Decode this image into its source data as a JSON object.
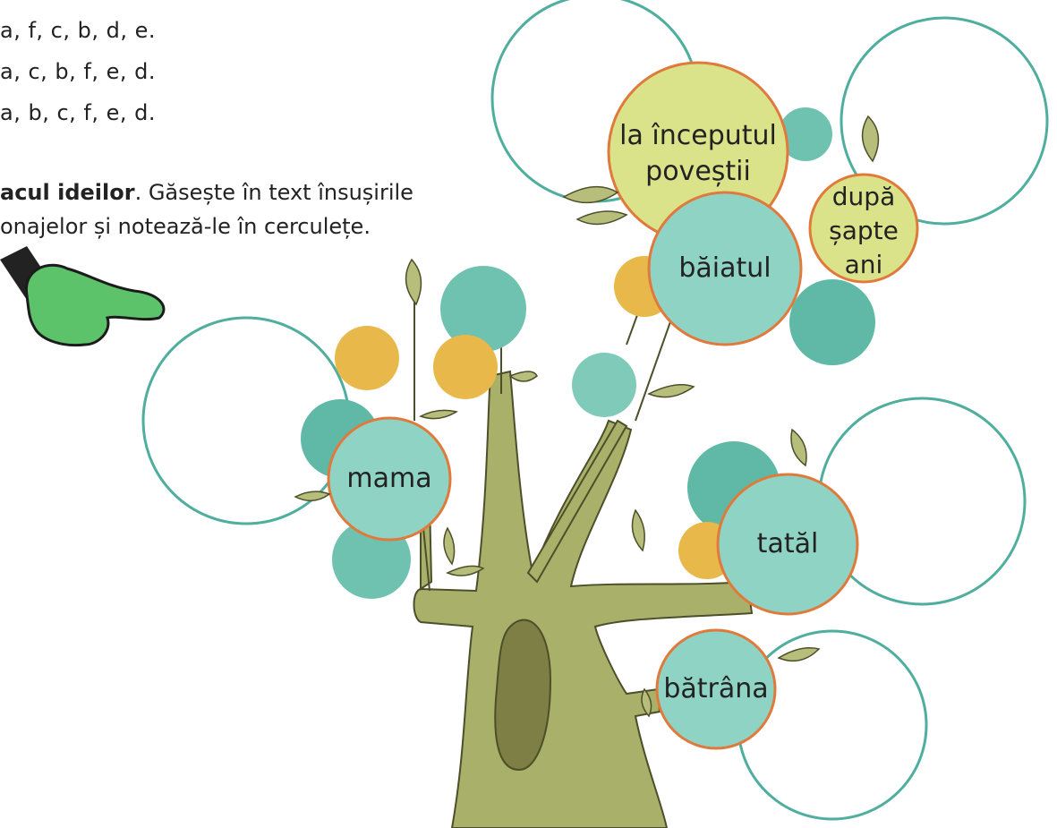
{
  "options": [
    "a, f, c, b, d, e.",
    "a, c, b, f, e, d.",
    "a, b, c, f, e, d."
  ],
  "task": {
    "bold": "acul ideilor",
    "line1_rest": ". Găsește în text însușirile",
    "line2": "onajelor și notează-le în cerculețe."
  },
  "labels": {
    "start": [
      "la începutul",
      "poveștii"
    ],
    "after": [
      "după",
      "șapte",
      "ani"
    ],
    "boy": "băiatul",
    "mother": "mama",
    "father": "tatăl",
    "old_woman": "bătrâna"
  },
  "colors": {
    "teal": "#8fd3c4",
    "teal_dark": "#5fb9a6",
    "yellow_green": "#dbe38a",
    "orange": "#e8b84a",
    "ring": "#e07a3c",
    "outline": "#4fae9d",
    "trunk": "#a9b06a",
    "hand": "#5cc36a"
  }
}
